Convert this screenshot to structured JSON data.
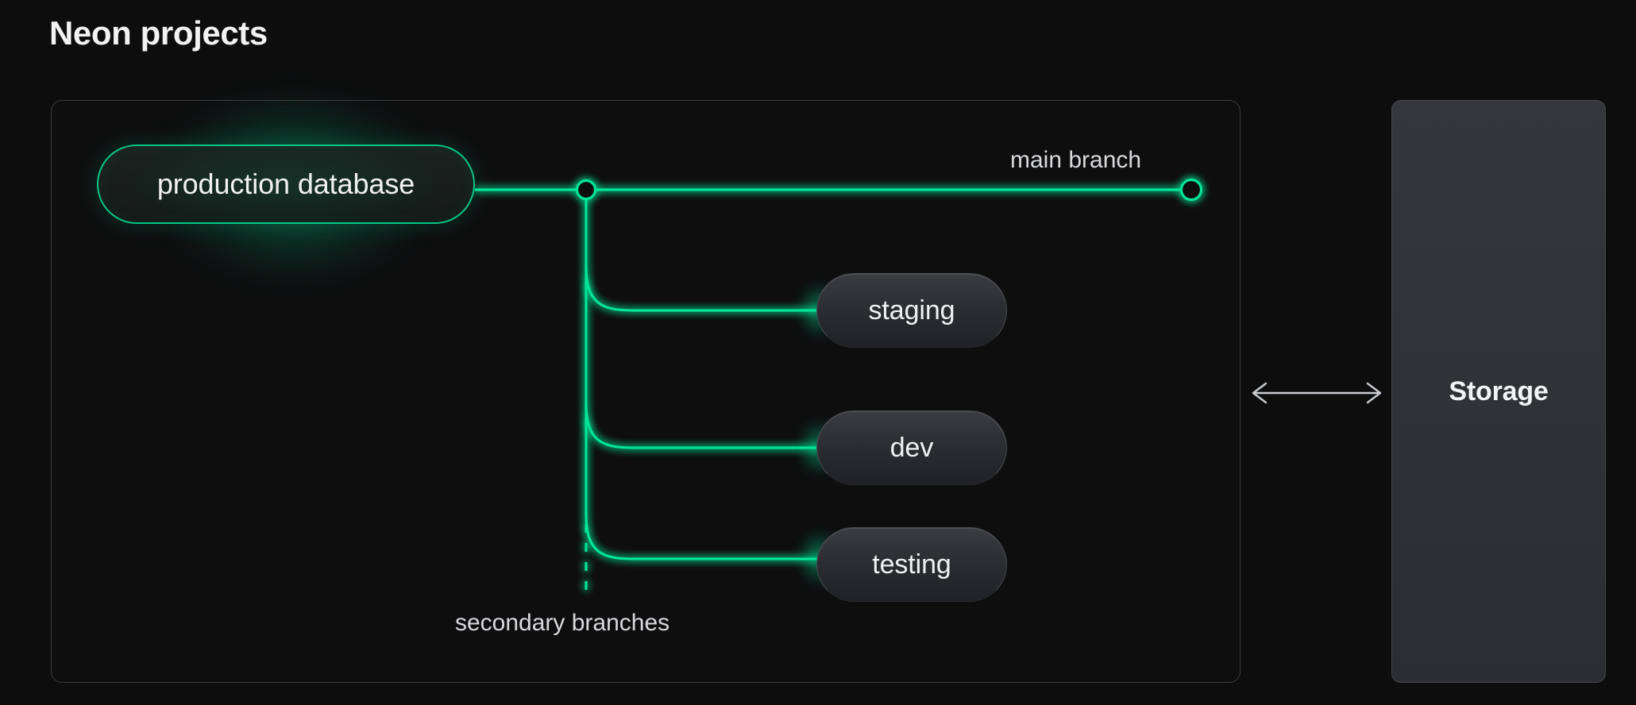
{
  "page": {
    "title": "Neon projects",
    "background_color": "#0d0d0e"
  },
  "theme": {
    "accent_green": "#00e599",
    "text_primary": "#f0f1f1",
    "text_muted": "#d8dadd",
    "panel_border": "#3c3d40",
    "node_fill_top": "#3a3c40",
    "node_fill_bottom": "#1f2124"
  },
  "project_container": {
    "name": "neon-project-panel",
    "primary_node": {
      "label": "production database",
      "icon": "database-node"
    },
    "main_branch": {
      "label": "main branch",
      "start_point": "branch-point-circle",
      "end_point": "main-branch-endpoint-circle"
    },
    "secondary_branches": {
      "label": "secondary branches",
      "nodes": [
        {
          "label": "staging"
        },
        {
          "label": "dev"
        },
        {
          "label": "testing"
        }
      ]
    }
  },
  "storage": {
    "label": "Storage",
    "connector": {
      "icon": "bidirectional-arrow-icon"
    }
  }
}
